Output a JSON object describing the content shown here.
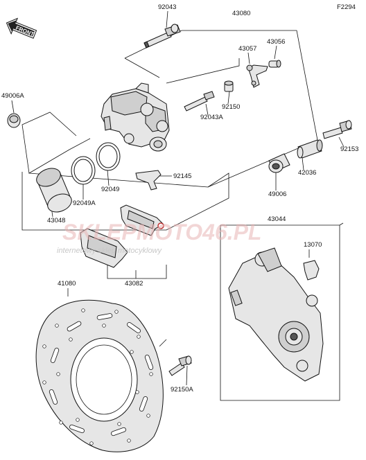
{
  "diagram_code": "F2294",
  "front_label": "FRONT",
  "watermark": {
    "brand": "SKLEPMOTO46.PL",
    "tagline": "internetowy sklep motocyklowy"
  },
  "parts": {
    "p92043": "92043",
    "p43080": "43080",
    "p43057": "43057",
    "p43056": "43056",
    "p49006A": "49006A",
    "p92150": "92150",
    "p92043A": "92043A",
    "p92153": "92153",
    "p42036": "42036",
    "p49006": "49006",
    "p92145": "92145",
    "p92049": "92049",
    "p92049A": "92049A",
    "p43048": "43048",
    "p43044": "43044",
    "p13070": "13070",
    "p43082": "43082",
    "p41080": "41080",
    "p92150A": "92150A"
  }
}
